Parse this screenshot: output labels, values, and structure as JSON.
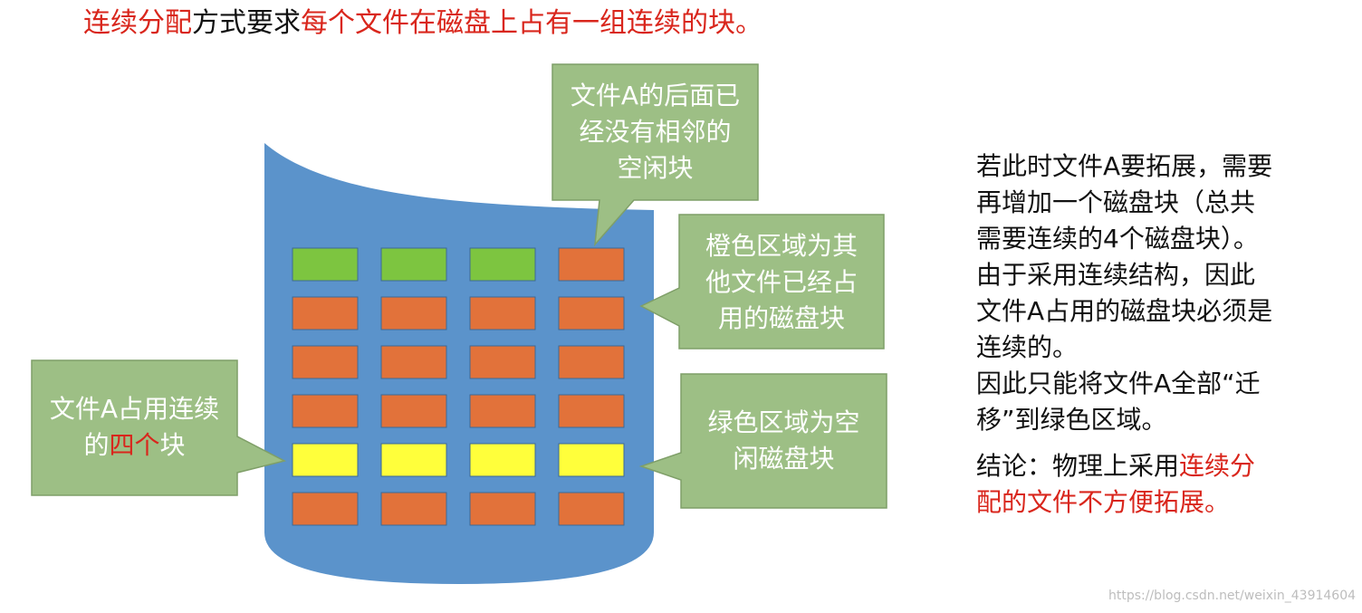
{
  "title": {
    "part1": "连续分配",
    "part2": "方式要求",
    "part3": "每个文件在磁盘上占有一组连续的块。"
  },
  "colors": {
    "cylinder": "#5b93cb",
    "free_block": "#7dc540",
    "used_block": "#e2723a",
    "file_a_block": "#ffff3b",
    "callout": "#9dbf85",
    "highlight_red": "#d9261c"
  },
  "grid": {
    "rows": [
      [
        "free",
        "free",
        "free",
        "used"
      ],
      [
        "used",
        "used",
        "used",
        "used"
      ],
      [
        "used",
        "used",
        "used",
        "used"
      ],
      [
        "used",
        "used",
        "used",
        "used"
      ],
      [
        "file_a",
        "file_a",
        "file_a",
        "file_a"
      ],
      [
        "used",
        "used",
        "used",
        "used"
      ]
    ]
  },
  "callouts": {
    "top": {
      "line1": "文件A的后面已",
      "line2": "经没有相邻的",
      "line3": "空闲块"
    },
    "orange": {
      "line1": "橙色区域为其",
      "line2": "他文件已经占",
      "line3": "用的磁盘块"
    },
    "green": {
      "line1": "绿色区域为空",
      "line2": "闲磁盘块"
    },
    "left": {
      "line1": "文件A占用连续",
      "line2a": "的",
      "line2b": "四个",
      "line2c": "块"
    }
  },
  "right_text": {
    "line1": "若此时文件A要拓展，需要",
    "line2": "再增加一个磁盘块（总共",
    "line3": "需要连续的4个磁盘块）。",
    "line4": "由于采用连续结构，因此",
    "line5": "文件A占用的磁盘块必须是",
    "line6": "连续的。",
    "line7": "因此只能将文件A全部“迁",
    "line8": "移”到绿色区域。"
  },
  "conclusion": {
    "prefix": "结论：物理上采用",
    "red1": "连续分",
    "red2": "配的文件不方便拓展。"
  },
  "watermark": "https://blog.csdn.net/weixin_43914604"
}
